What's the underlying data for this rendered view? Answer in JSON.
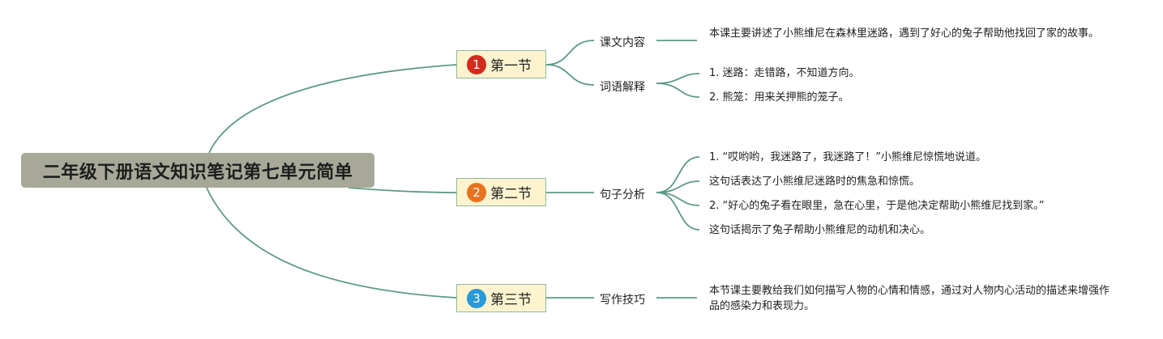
{
  "root": {
    "title": "二年级下册语文知识笔记第七单元简单"
  },
  "sections": [
    {
      "number": "1",
      "color": "#d42a1c",
      "title": "第一节",
      "topics": [
        {
          "label": "课文内容",
          "notes": [
            "本课主要讲述了小熊维尼在森林里迷路，遇到了好心的兔子帮助他找回了家的故事。"
          ]
        },
        {
          "label": "词语解释",
          "notes": [
            "1. 迷路：走错路，不知道方向。",
            "2. 熊笼：用来关押熊的笼子。"
          ]
        }
      ]
    },
    {
      "number": "2",
      "color": "#e8731f",
      "title": "第二节",
      "topics": [
        {
          "label": "句子分析",
          "notes": [
            "1. “哎哟哟，我迷路了，我迷路了！”小熊维尼惊慌地说道。",
            "这句话表达了小熊维尼迷路时的焦急和惊慌。",
            "2. “好心的兔子看在眼里，急在心里，于是他决定帮助小熊维尼找到家。”",
            "这句话揭示了兔子帮助小熊维尼的动机和决心。"
          ]
        }
      ]
    },
    {
      "number": "3",
      "color": "#2a9ad8",
      "title": "第三节",
      "topics": [
        {
          "label": "写作技巧",
          "notes": [
            "本节课主要教给我们如何描写人物的心情和情感，通过对人物内心活动的描述来增强作品的感染力和表现力。"
          ]
        }
      ]
    }
  ],
  "link_color": "#5e9a84"
}
